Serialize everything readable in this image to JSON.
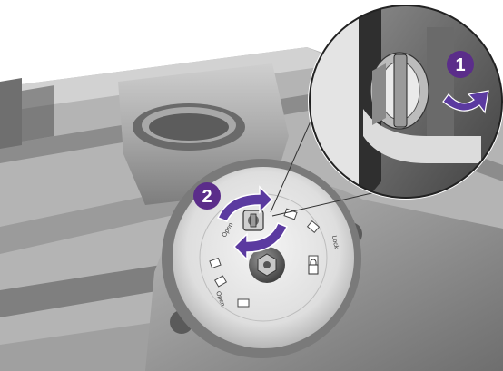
{
  "steps": [
    {
      "number": "1"
    },
    {
      "number": "2"
    }
  ],
  "dial": {
    "label_open_top": "Open",
    "label_open_bottom": "Open",
    "label_lock": "Lock"
  },
  "colors": {
    "step_badge": "#5b2d8a",
    "arrow": "#5b3aa0",
    "metal_dark": "#4a4a4a",
    "metal_light": "#d9d9d9"
  },
  "icons": [
    "lock-icon",
    "rotate-arrows-icon",
    "curved-arrow-icon",
    "hex-screw-icon"
  ]
}
